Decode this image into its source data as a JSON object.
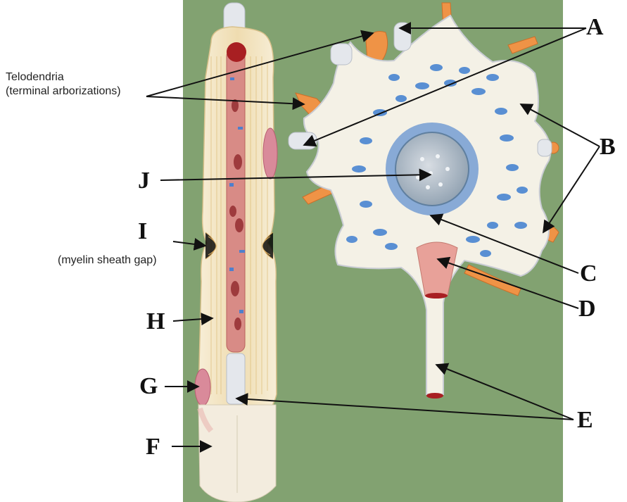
{
  "labels": {
    "A": "A",
    "B": "B",
    "C": "C",
    "D": "D",
    "E": "E",
    "F": "F",
    "G": "G",
    "H": "H",
    "I": "I",
    "J": "J"
  },
  "notes": {
    "telodendria_line1": "Telodendria",
    "telodendria_line2": "(terminal arborizations)",
    "myelin_gap": "(myelin sheath gap)"
  },
  "colors": {
    "background_board": "#7f9f6e",
    "myelin": "#f2e6c6",
    "axon": "#d88b86",
    "cytoplasm": "#f4f1e6",
    "granules": "#3f7fd0",
    "terminals": "#ef9346"
  }
}
